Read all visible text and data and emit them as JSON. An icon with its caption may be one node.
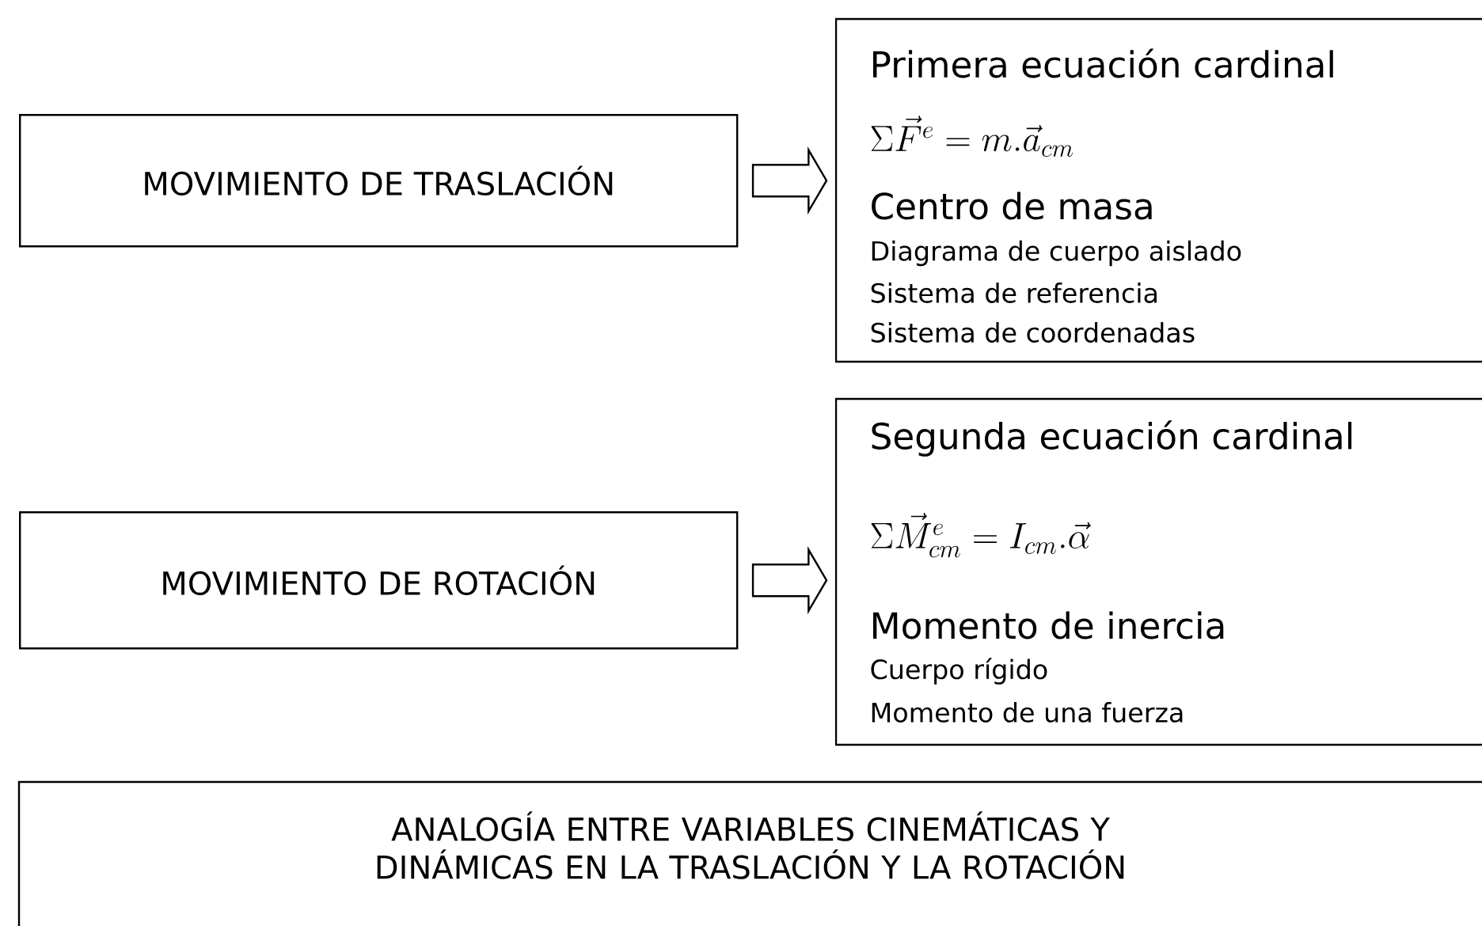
{
  "diagram": {
    "nodes": [
      {
        "text": [
          "MOVIMIENTO DE TRASLACIÓN"
        ]
      },
      {
        "text": [
          "Primera ecuación cardinal",
          "\\Sigma\\vec{F}^{e} = m.\\vec{a}_{cm}",
          "Centro de masa",
          "Diagrama de cuerpo aislado",
          "Sistema de referencia",
          "Sistema de coordenadas"
        ]
      },
      {
        "text": [
          "MOVIMIENTO DE ROTACIÓN"
        ]
      },
      {
        "text": [
          "Segunda ecuación cardinal",
          "\\Sigma\\vec{M}^{e}_{cm} = I_{cm}.\\vec{\\alpha}",
          "Momento de inercia",
          "Cuerpo rígido",
          "Momento de una fuerza"
        ]
      },
      {
        "text": [
          "ANALOGÍA ENTRE VARIABLES CINEMÁTICAS Y DINÁMICAS EN LA TRASLACIÓN Y LA ROTACIÓN"
        ]
      }
    ],
    "edges": [
      {
        "from": 0,
        "to": 1,
        "arrow": "to"
      },
      {
        "from": 2,
        "to": 3,
        "arrow": "to"
      }
    ]
  }
}
